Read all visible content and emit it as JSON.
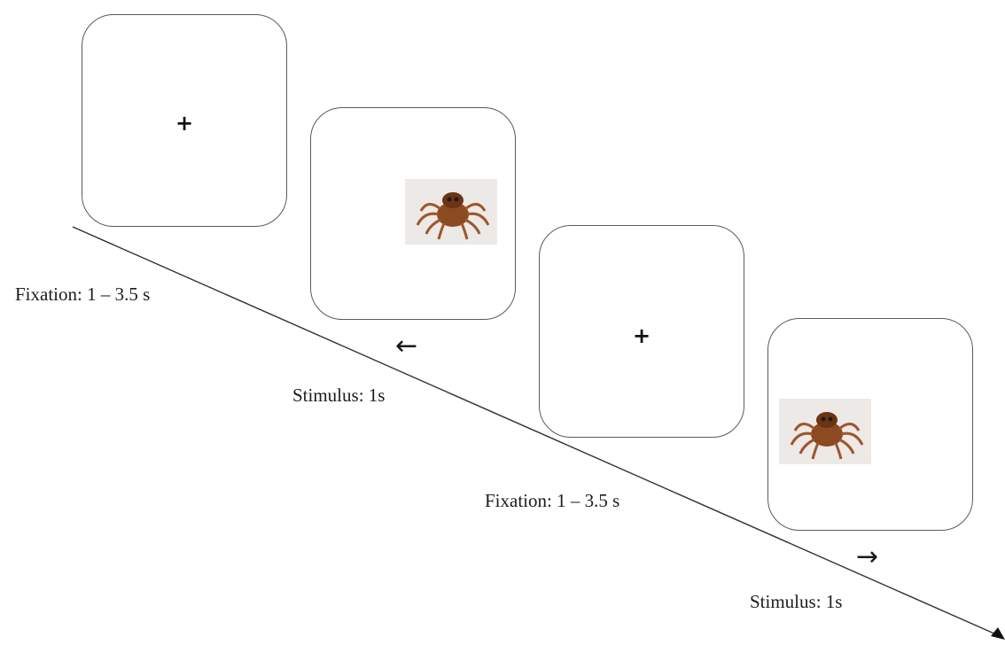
{
  "phases": [
    {
      "label": "Fixation: 1 – 3.5 s",
      "symbol": "+"
    },
    {
      "label": "Stimulus: 1s",
      "arrow": "←",
      "image": "spider-photo"
    },
    {
      "label": "Fixation: 1 – 3.5 s",
      "symbol": "+"
    },
    {
      "label": "Stimulus: 1s",
      "arrow": "→",
      "image": "spider-photo"
    }
  ],
  "colors": {
    "frame": "#5a5a5a",
    "spider_body": "#8b4a22",
    "photo_background": "#ece9e6"
  }
}
